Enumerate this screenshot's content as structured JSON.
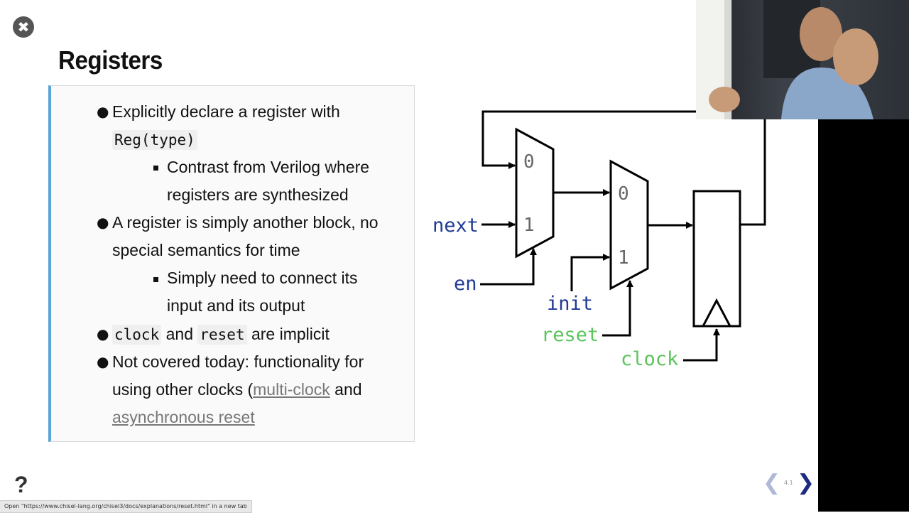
{
  "slide": {
    "title": "Registers",
    "bullets": {
      "b1_text": "Explicitly declare a register with",
      "b1_code": "Reg(type)",
      "b1_sub_line1": "Contrast from Verilog where",
      "b1_sub_line2": "registers are synthesized",
      "b2_line1": "A register is simply another block, no",
      "b2_line2": "special semantics for time",
      "b2_sub_line1": "Simply need to connect its",
      "b2_sub_line2": "input and its output",
      "b3_code1": "clock",
      "b3_and": "and",
      "b3_code2": "reset",
      "b3_rest": "are implicit",
      "b4_line1": "Not covered today: functionality for",
      "b4_line2_pre": "using other clocks (",
      "b4_link1": "multi-clock",
      "b4_and": "and",
      "b4_link2": "asynchronous reset"
    }
  },
  "diagram": {
    "mux1_in0": "0",
    "mux1_in1": "1",
    "mux2_in0": "0",
    "mux2_in1": "1",
    "labels": {
      "next": "next",
      "en": "en",
      "init": "init",
      "reset": "reset",
      "clock": "clock"
    },
    "colors": {
      "blue_label": "#1f3a93",
      "green_label": "#5cc45c",
      "mux_digit": "#666666"
    }
  },
  "controls": {
    "close_glyph": "✖",
    "help_glyph": "?",
    "prev_glyph": "❮",
    "next_glyph": "❯",
    "slide_number": "4.1"
  },
  "status_bar": {
    "text": "Open \"https://www.chisel-lang.org/chisel3/docs/explanations/reset.html\" in a new tab"
  },
  "colors": {
    "accent_bar": "#5aa6d8",
    "nav_active": "#1c2a80",
    "nav_inactive": "#b0b8d8"
  }
}
